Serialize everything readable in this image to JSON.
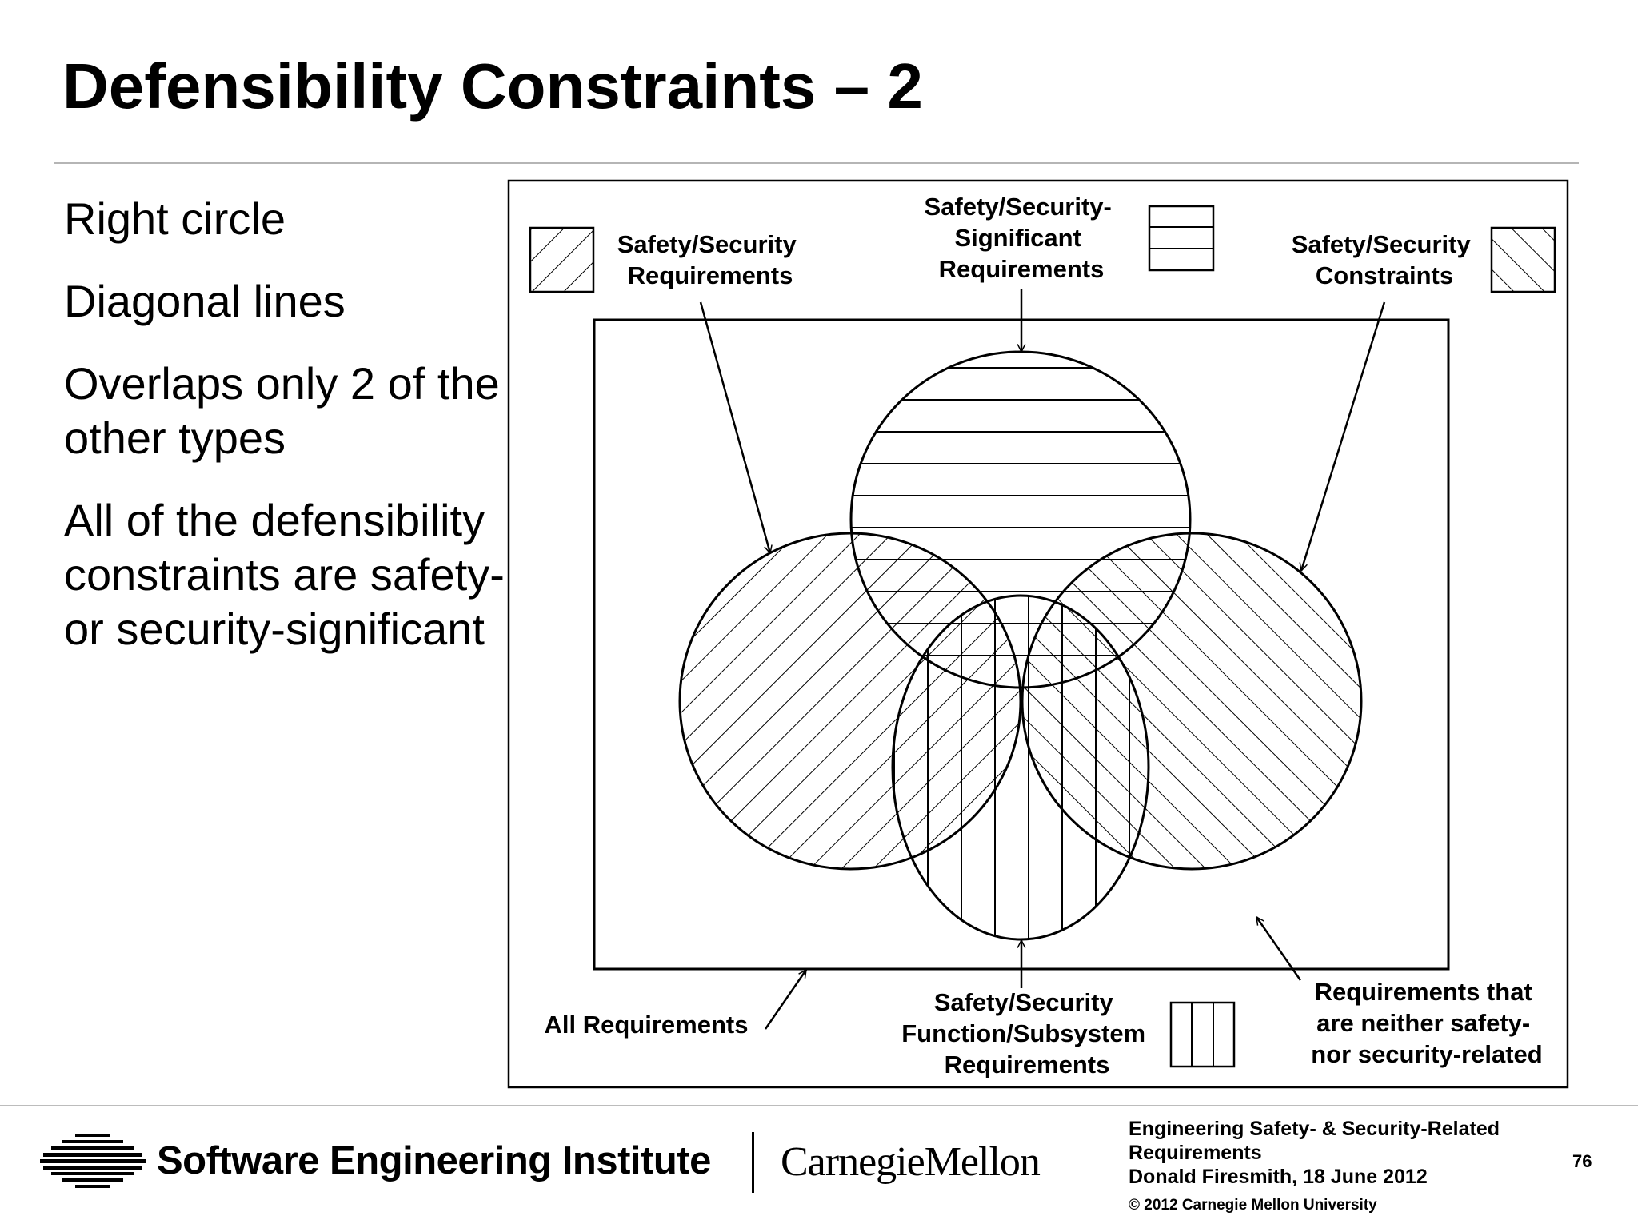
{
  "slide": {
    "title": "Defensibility Constraints – 2",
    "bullets": [
      "Right circle",
      "Diagonal lines",
      "Overlaps only 2 of the other types",
      "All of the defensibility constraints are safety- or security-significant"
    ]
  },
  "diagram": {
    "legend": {
      "requirements": [
        "Safety/Security",
        "Requirements"
      ],
      "significant": [
        "Safety/Security-",
        "Significant",
        "Requirements"
      ],
      "constraints": [
        "Safety/Security",
        "Constraints"
      ],
      "function_subsystem": [
        "Safety/Security",
        "Function/Subsystem",
        "Requirements"
      ]
    },
    "all_requirements_label": "All Requirements",
    "neither_label": [
      "Requirements that",
      "are neither safety-",
      "nor security-related"
    ]
  },
  "footer": {
    "institute": "Software Engineering Institute",
    "university": "CarnegieMellon",
    "presentation_lines": [
      "Engineering Safety- & Security-Related",
      "Requirements",
      "Donald Firesmith,  18 June 2012"
    ],
    "copyright": "© 2012 Carnegie Mellon University",
    "page_number": "76"
  }
}
